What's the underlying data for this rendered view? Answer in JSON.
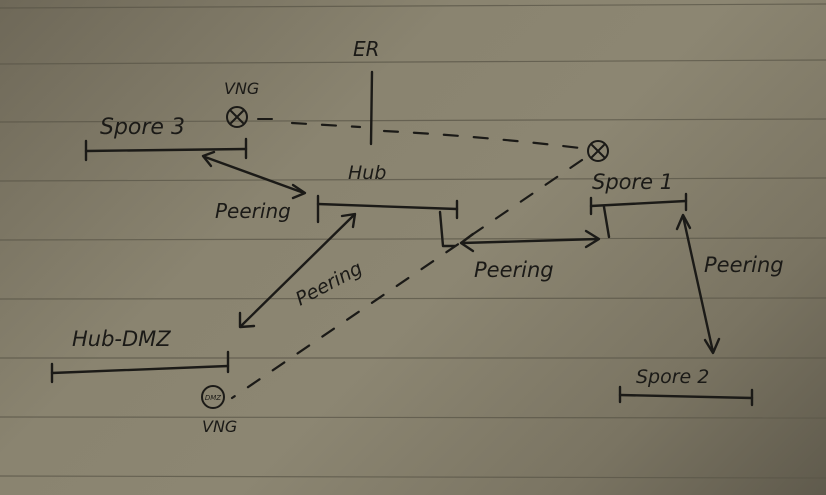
{
  "nodes": {
    "er": "ER",
    "hub": "Hub",
    "spoke3": "Spore 3",
    "spoke1": "Spore 1",
    "spoke2": "Spore 2",
    "hub_dmz": "Hub-DMZ"
  },
  "gateways": {
    "top": "VNG",
    "bottom": "VNG",
    "bottom_symbol": "DMZ"
  },
  "links": {
    "hub_spoke3": "Peering",
    "hub_spoke1": "Peering",
    "hub_dmz": "Peering",
    "spoke1_spoke2": "Peering"
  }
}
